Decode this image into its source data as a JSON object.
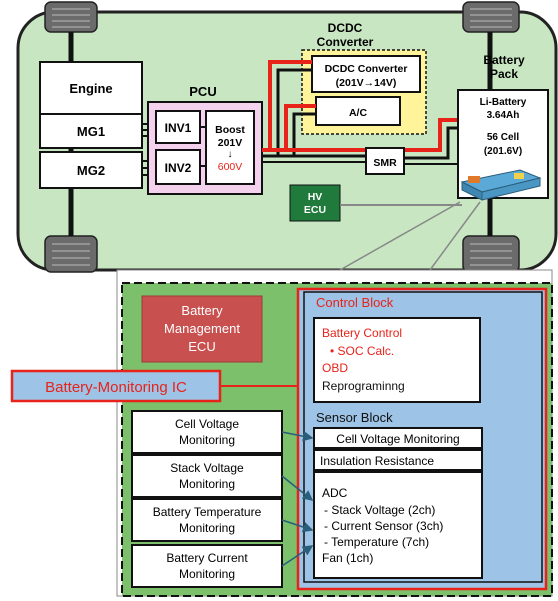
{
  "vehicle": {
    "engine": "Engine",
    "mg1": "MG1",
    "mg2": "MG2",
    "pcu": {
      "title": "PCU",
      "inv1": "INV1",
      "inv2": "INV2",
      "boost_line1": "Boost",
      "boost_line2": "201V",
      "boost_arrow": "↓",
      "boost_line3": "600V"
    },
    "dcdc": {
      "title_line1": "DCDC",
      "title_line2": "Converter",
      "box_line1": "DCDC Converter",
      "box_line2": "(201V→14V)"
    },
    "ac": "A/C",
    "smr": "SMR",
    "hv_ecu_line1": "HV",
    "hv_ecu_line2": "ECU",
    "battery_pack": {
      "title_line1": "Battery",
      "title_line2": "Pack",
      "line1": "Li-Battery",
      "line2": "3.64Ah",
      "line3": "56 Cell",
      "line4": "(201.6V)"
    }
  },
  "ecu_detail": {
    "bms": {
      "line1": "Battery",
      "line2": "Management",
      "line3": "ECU"
    },
    "ic_callout": "Battery-Monitoring IC",
    "control_block": {
      "title": "Control Block",
      "items": [
        "Battery Control",
        "• SOC Calc.",
        "OBD",
        "Reprograminng"
      ]
    },
    "sensor_block": {
      "title": "Sensor Block",
      "cell_voltage": "Cell Voltage Monitoring",
      "insulation": "Insulation Resistance",
      "adc_items": [
        "ADC",
        "- Stack Voltage (2ch)",
        "- Current Sensor (3ch)",
        "- Temperature (7ch)",
        "Fan (1ch)"
      ]
    },
    "monitors": [
      {
        "line1": "Cell Voltage",
        "line2": "Monitoring"
      },
      {
        "line1": "Stack Voltage",
        "line2": "Monitoring"
      },
      {
        "line1": "Battery Temperature",
        "line2": "Monitoring"
      },
      {
        "line1": "Battery Current",
        "line2": "Monitoring"
      }
    ]
  },
  "colors": {
    "car_body": "#c8e6c2",
    "module_green": "#7cc06b",
    "pcu_pink": "#f4d2ee",
    "dcdc_yellow": "#fff49a",
    "hv_ecu": "#1f7a3c",
    "bms_red": "#c8504f",
    "control_blue": "#9dc3e6",
    "power_red": "#e8231a"
  }
}
